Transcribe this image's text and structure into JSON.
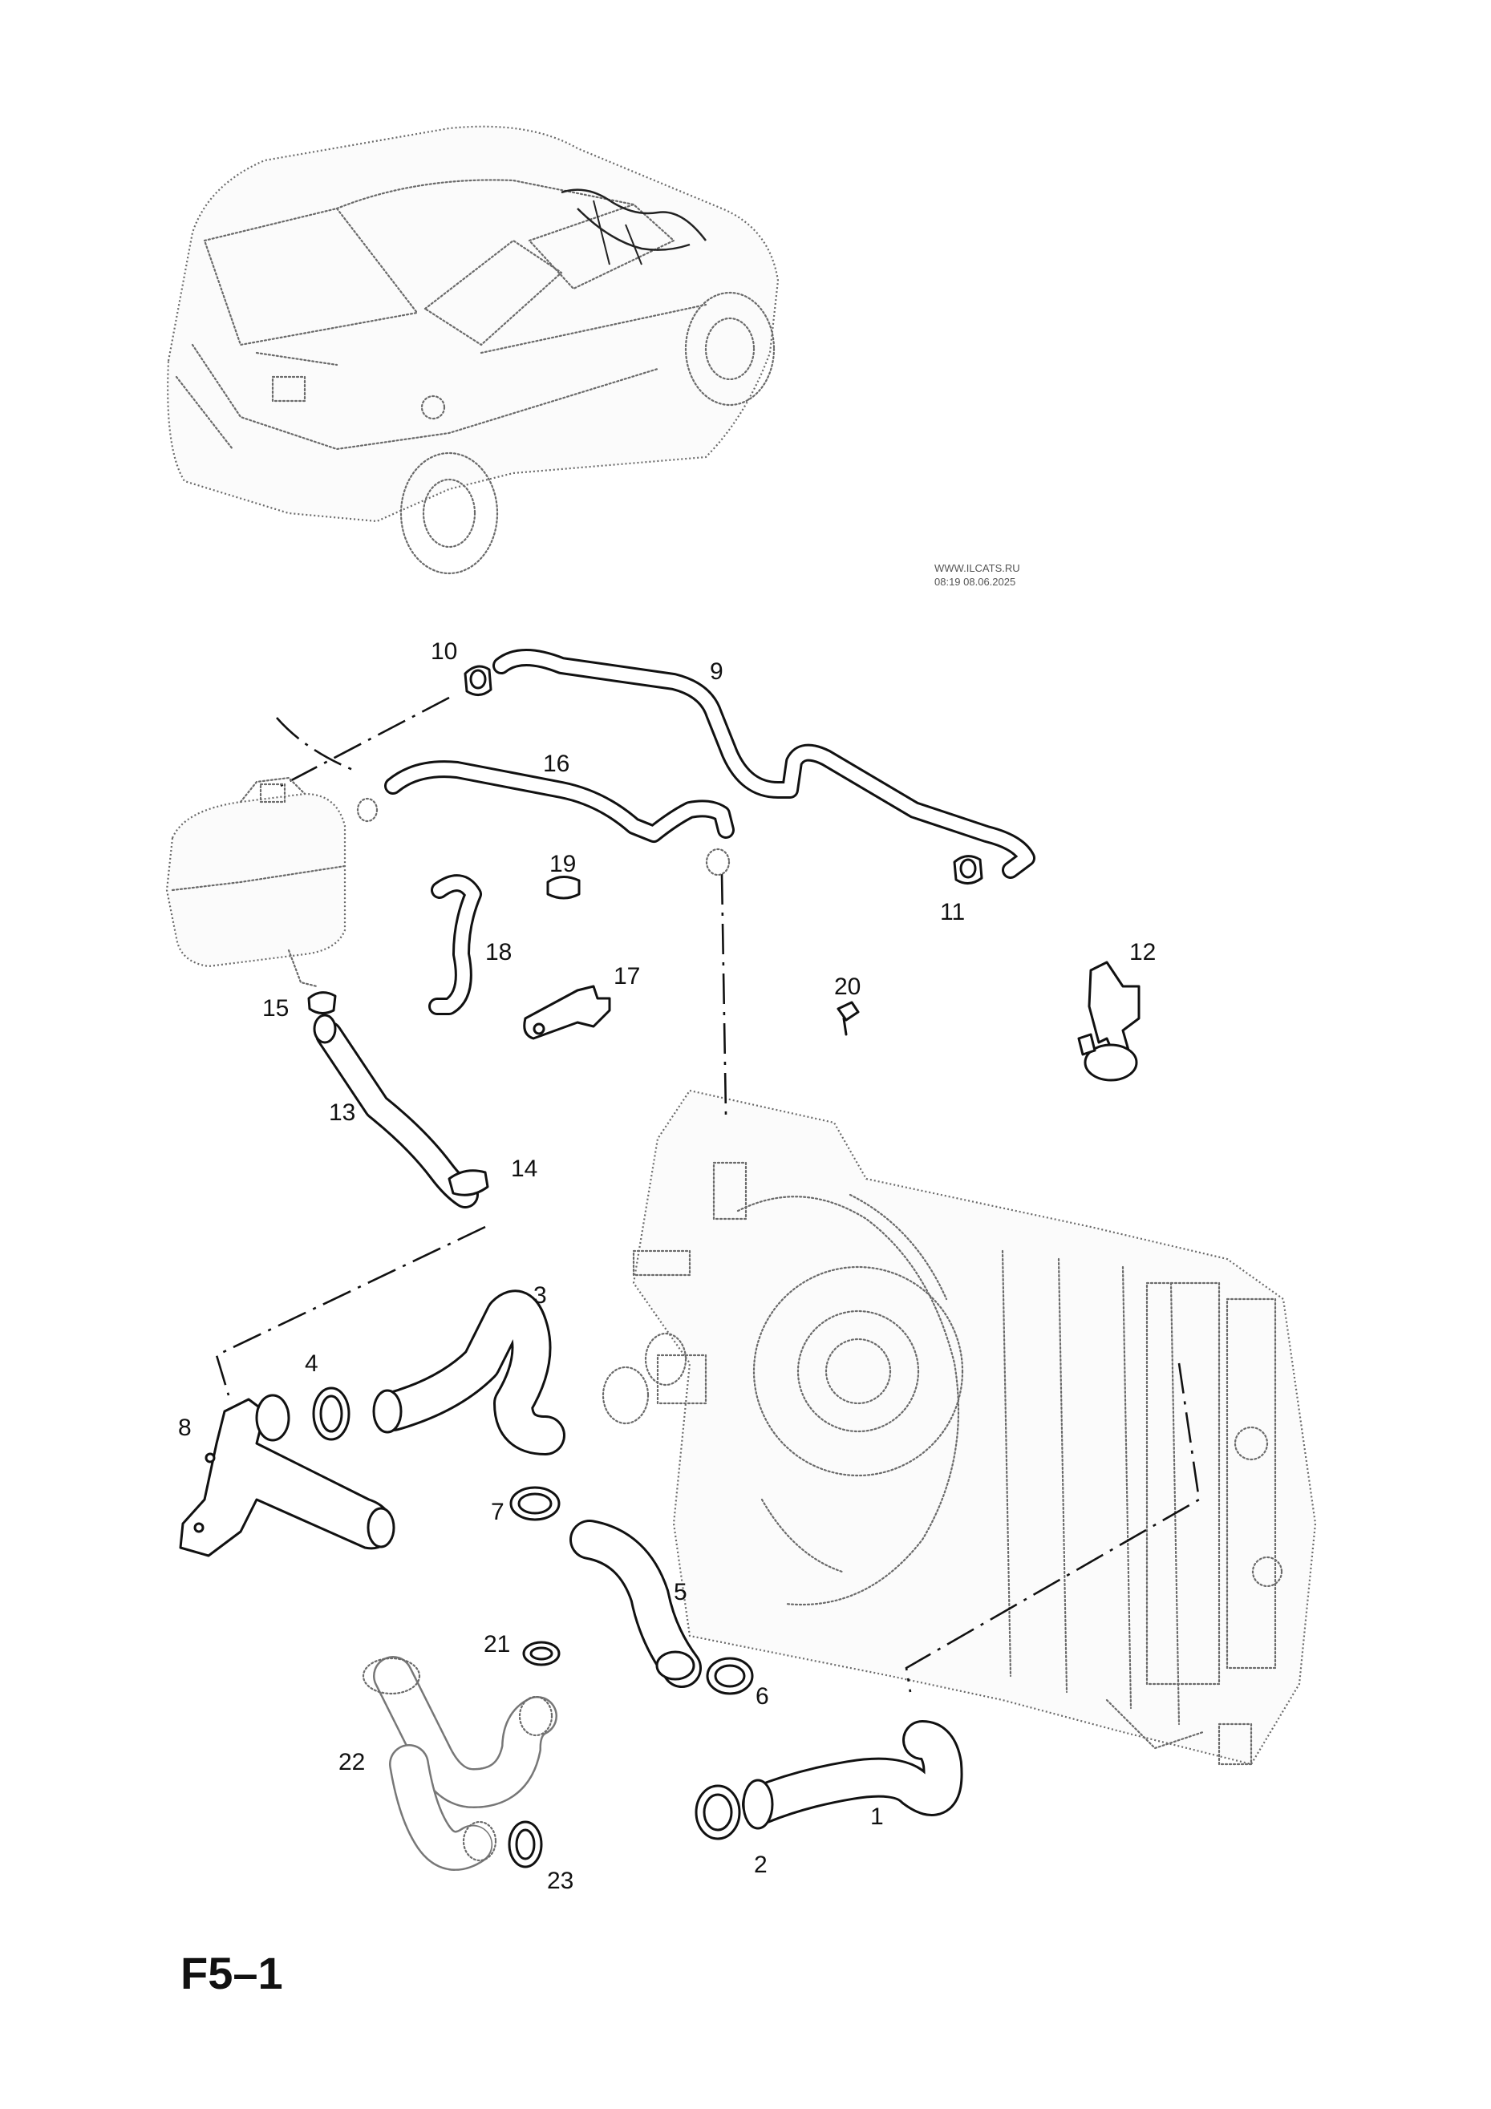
{
  "diagram": {
    "page_label": "F5–1",
    "watermark": {
      "site": "WWW.ILCATS.RU",
      "timestamp": "08:19 08.06.2025"
    },
    "callouts": [
      "1",
      "2",
      "3",
      "4",
      "5",
      "6",
      "7",
      "8",
      "9",
      "10",
      "11",
      "12",
      "13",
      "14",
      "15",
      "16",
      "17",
      "18",
      "19",
      "20",
      "21",
      "22",
      "23"
    ]
  }
}
